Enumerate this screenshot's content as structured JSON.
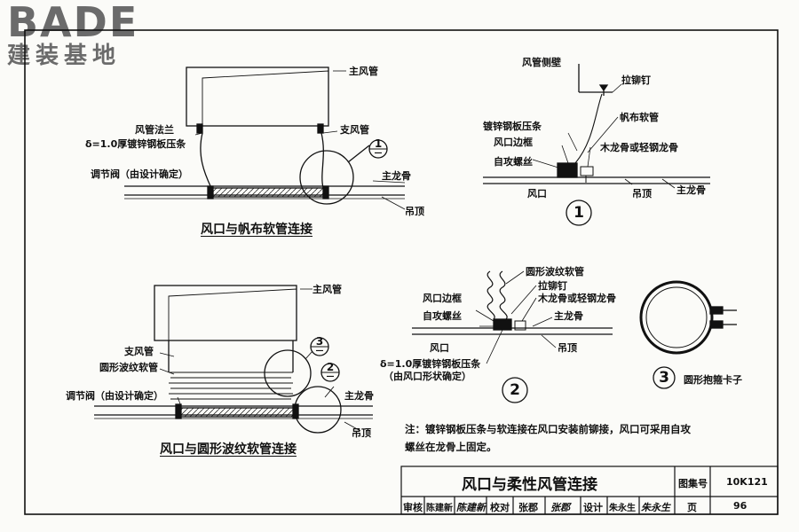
{
  "logo": {
    "latin": "BADE",
    "cjk": "建装基地"
  },
  "drawing1": {
    "caption": "风口与帆布软管连接",
    "main_duct": "主风管",
    "flange": "风管法兰",
    "strip": "δ=1.0厚镀锌钢板压条",
    "branch": "支风管",
    "damper": "调节阀（由设计确定）",
    "main_keel": "主龙骨",
    "ceiling": "吊顶",
    "ref_num": "1",
    "ref_dash": "—"
  },
  "detail1": {
    "duct_wall": "风管侧壁",
    "rivet": "拉铆钉",
    "strip": "镀锌钢板压条",
    "canvas": "帆布软管",
    "frame": "风口边框",
    "keel": "木龙骨或轻钢龙骨",
    "screw": "自攻螺丝",
    "outlet": "风口",
    "ceiling": "吊顶",
    "main_keel": "主龙骨",
    "num": "1"
  },
  "drawing2": {
    "caption": "风口与圆形波纹软管连接",
    "main_duct": "主风管",
    "branch": "支风管",
    "corrugated": "圆形波纹软管",
    "damper": "调节阀（由设计确定）",
    "main_keel": "主龙骨",
    "ceiling": "吊顶",
    "ref3": "3",
    "ref2": "2",
    "ref_dash": "—"
  },
  "detail2": {
    "corrugated": "圆形波纹软管",
    "rivet": "拉铆钉",
    "frame": "风口边框",
    "keel": "木龙骨或轻钢龙骨",
    "screw": "自攻螺丝",
    "main_keel": "主龙骨",
    "outlet": "风口",
    "ceiling": "吊顶",
    "strip": "δ=1.0厚镀锌钢板压条",
    "strip_note": "（由风口形状确定）",
    "num": "2"
  },
  "detail3": {
    "num": "3",
    "label": "圆形抱箍卡子"
  },
  "note": {
    "line1": "注：镀锌钢板压条与软连接在风口安装前铆接，风口可采用自攻",
    "line2": "螺丝在龙骨上固定。"
  },
  "title_block": {
    "title": "风口与柔性风管连接",
    "atlas_label": "图集号",
    "atlas_no": "10K121",
    "page_label": "页",
    "page_no": "96",
    "review_label": "审核",
    "reviewer": "陈建新",
    "reviewer_sig": "陈建新",
    "check_label": "校对",
    "checker": "张郡",
    "checker_sig": "张郡",
    "design_label": "设计",
    "designer": "朱永生",
    "designer_sig": "朱永生"
  }
}
